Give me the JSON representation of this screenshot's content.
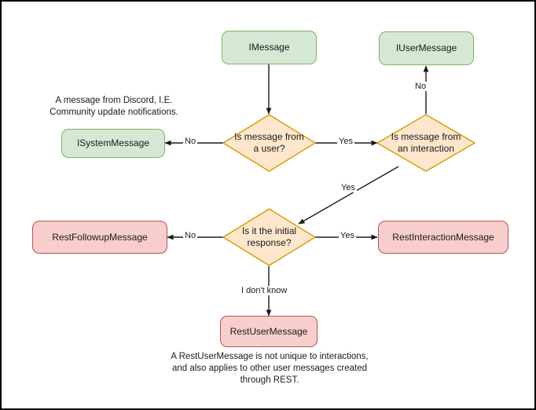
{
  "diagram": {
    "title_present": false,
    "colors": {
      "green_fill": "#d5e8d4",
      "green_border": "#82b366",
      "orange_fill": "#ffe6cc",
      "orange_border": "#d79b00",
      "pink_fill": "#f8cecc",
      "pink_border": "#b85450",
      "edge_stroke": "#1a1a1a",
      "frame_border": "#000000",
      "background": "#ffffff"
    },
    "nodes": {
      "imessage": "IMessage",
      "iusermessage": "IUserMessage",
      "isystemmessage": "ISystemMessage",
      "decision_user": "Is message from a user?",
      "decision_interaction": "Is message from an interaction",
      "decision_initial": "Is it the initial response?",
      "restfollowupmessage": "RestFollowupMessage",
      "restinteractionmessage": "RestInteractionMessage",
      "restusermessage": "RestUserMessage"
    },
    "node_lines": {
      "decision_user_line1": "Is message from",
      "decision_user_line2": "a user?",
      "decision_interaction_line1": "Is message from",
      "decision_interaction_line2": "an interaction",
      "decision_initial_line1": "Is it the initial",
      "decision_initial_line2": "response?"
    },
    "edge_labels": {
      "user_no": "No",
      "user_yes": "Yes",
      "interaction_no": "No",
      "interaction_yes": "Yes",
      "initial_no": "No",
      "initial_yes": "Yes",
      "initial_unknown": "I don't know"
    },
    "notes": {
      "system_note_line1": "A message from Discord, I.E.",
      "system_note_line2": "Community update notifications.",
      "rest_note_line1": "A RestUserMessage is not unique to interactions,",
      "rest_note_line2": "and also applies to other user messages created",
      "rest_note_line3": "through REST."
    }
  }
}
